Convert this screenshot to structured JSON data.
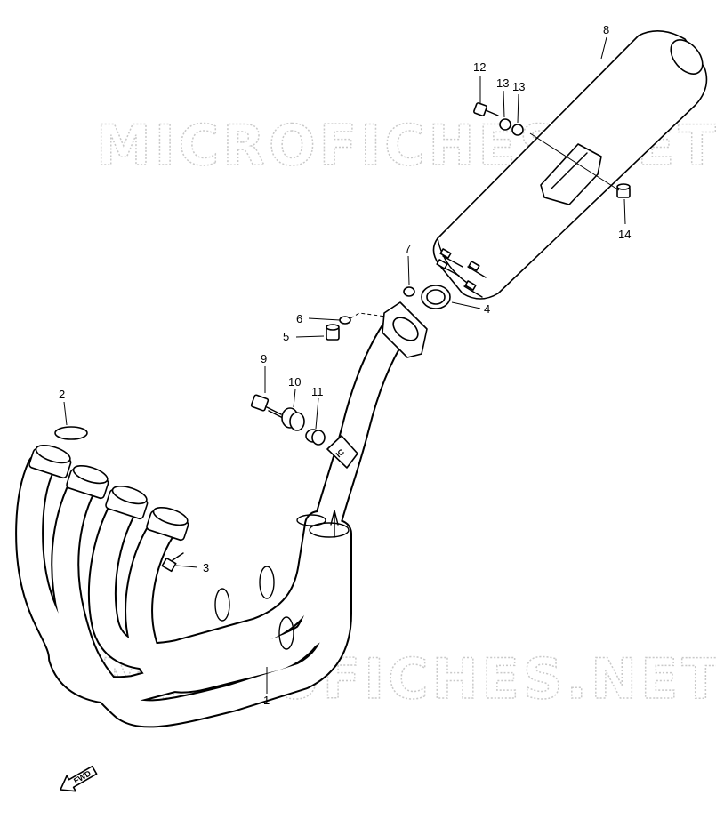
{
  "diagram": {
    "watermark_text": "MICROFICHES.NET",
    "fwd_label": "FWD",
    "clamp_mark": "IC",
    "parts": [
      {
        "id": "p1",
        "number": "1"
      },
      {
        "id": "p2",
        "number": "2"
      },
      {
        "id": "p3",
        "number": "3"
      },
      {
        "id": "p4",
        "number": "4"
      },
      {
        "id": "p5",
        "number": "5"
      },
      {
        "id": "p6",
        "number": "6"
      },
      {
        "id": "p7",
        "number": "7"
      },
      {
        "id": "p8",
        "number": "8"
      },
      {
        "id": "p9",
        "number": "9"
      },
      {
        "id": "p10",
        "number": "10"
      },
      {
        "id": "p11",
        "number": "11"
      },
      {
        "id": "p12",
        "number": "12"
      },
      {
        "id": "p13a",
        "number": "13"
      },
      {
        "id": "p13b",
        "number": "13"
      },
      {
        "id": "p14",
        "number": "14"
      }
    ]
  }
}
